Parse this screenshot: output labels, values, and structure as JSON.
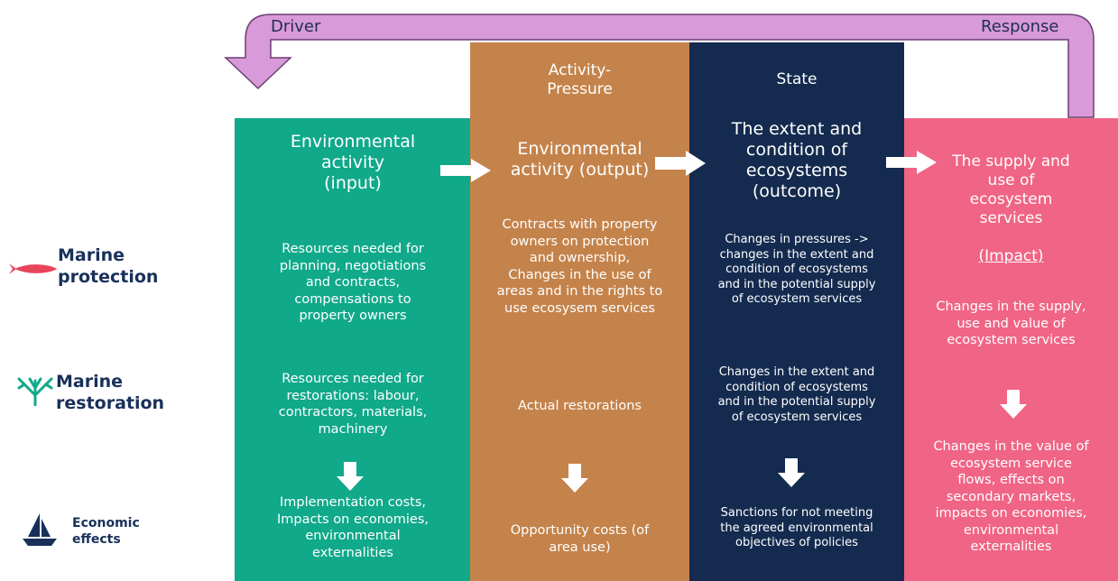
{
  "loop": {
    "driver_label": "Driver",
    "response_label": "Response",
    "color": "#d99ad9"
  },
  "colors": {
    "input": "#10a98a",
    "output": "#c4834b",
    "outcome": "#142b4f",
    "impact": "#f06486",
    "row_label": "#19305a"
  },
  "columns": {
    "activity_pressure_header": "Activity-\nPressure",
    "state_header": "State",
    "input_title": "Environmental\nactivity\n(input)",
    "output_title": "Environmental\nactivity (output)",
    "outcome_title": "The extent and\ncondition of\necosystems\n(outcome)",
    "impact_title_prefix": "The supply and\nuse of\necosystem\nservices",
    "impact_title_link": "(Impact)"
  },
  "rows": {
    "protection_label": "Marine\nprotection",
    "restoration_label": "Marine\nrestoration",
    "economic_label": "Economic\neffects",
    "protection_icon": "fish-icon",
    "restoration_icon": "seaweed-icon",
    "economic_icon": "sailboat-icon"
  },
  "cells": {
    "input_protection": "Resources needed for\nplanning, negotiations\nand contracts,\ncompensations to\nproperty owners",
    "input_restoration": "Resources needed for\nrestorations: labour,\ncontractors, materials,\nmachinery",
    "input_economic": "Implementation costs,\nImpacts on economies,\nenvironmental\nexternalities",
    "output_protection": "Contracts with property\nowners on protection\nand ownership,\nChanges in the use of\nareas and in the rights to\nuse ecosysem services",
    "output_restoration": "Actual restorations",
    "output_economic": "Opportunity costs (of\narea use)",
    "outcome_protection": "Changes in pressures ->\nchanges in the extent and\ncondition of ecosystems\nand in the potential supply\nof ecosystem services",
    "outcome_restoration": "Changes in the extent and\ncondition of ecosystems\nand in the potential supply\nof ecosystem services",
    "outcome_economic": "Sanctions for not meeting\nthe agreed environmental\nobjectives of policies",
    "impact_protection": "Changes in the supply,\nuse and value of\necosystem services",
    "impact_economic": "Changes in the value of\necosystem service\nflows, effects on\nsecondary markets,\nimpacts on economies,\nenvironmental\nexternalities"
  }
}
